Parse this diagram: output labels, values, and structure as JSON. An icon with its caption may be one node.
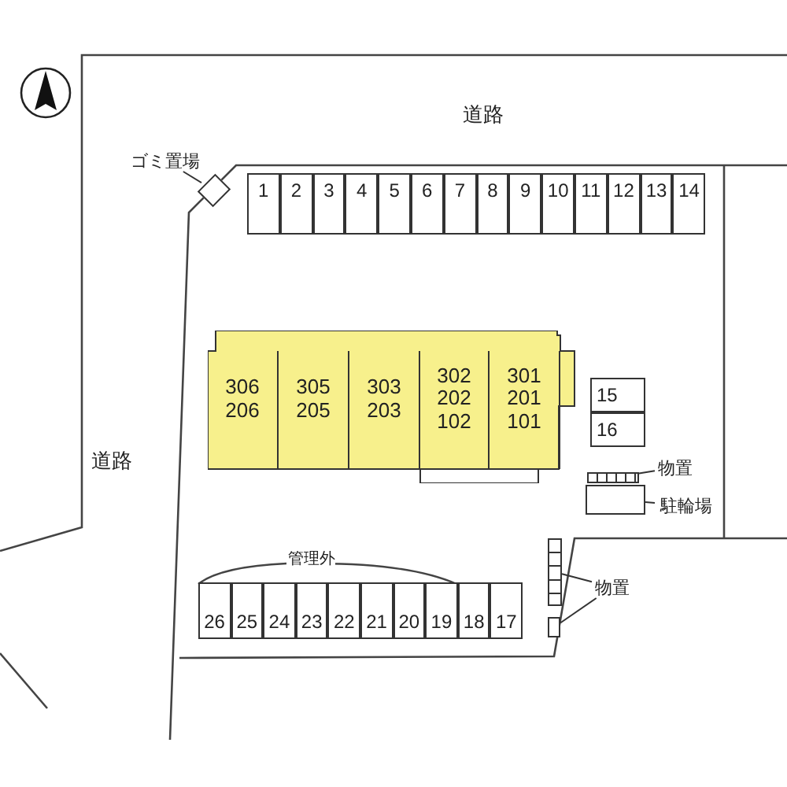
{
  "diagram": {
    "nodes": [
      {
        "text": [
          "ゴミ置場"
        ]
      },
      {
        "text": [],
        "shape": "box"
      },
      {
        "text": [
          "1"
        ]
      },
      {
        "text": [
          "2"
        ]
      },
      {
        "text": [
          "3"
        ]
      },
      {
        "text": [
          "4"
        ]
      },
      {
        "text": [
          "5"
        ]
      },
      {
        "text": [
          "6"
        ]
      },
      {
        "text": [
          "7"
        ]
      },
      {
        "text": [
          "8"
        ]
      },
      {
        "text": [
          "9"
        ]
      },
      {
        "text": [
          "10"
        ]
      },
      {
        "text": [
          "11"
        ]
      },
      {
        "text": [
          "12"
        ]
      },
      {
        "text": [
          "13"
        ]
      },
      {
        "text": [
          "14"
        ]
      },
      {
        "text": [],
        "shape": "box"
      },
      {
        "text": [
          "306 206"
        ],
        "in": 16
      },
      {
        "text": [
          "305 205"
        ],
        "in": 16
      },
      {
        "text": [
          "303 203"
        ],
        "in": 16
      },
      {
        "text": [
          "302 202 102"
        ],
        "in": 16
      },
      {
        "text": [
          "301 201 101"
        ],
        "in": 16
      },
      {
        "text": [
          "15"
        ]
      },
      {
        "text": [
          "16"
        ]
      },
      {
        "text": [
          "物置"
        ]
      },
      {
        "text": [],
        "shape": "box"
      },
      {
        "text": [
          "駐輪場"
        ]
      },
      {
        "text": [],
        "shape": "box"
      },
      {
        "text": [
          "26"
        ]
      },
      {
        "text": [
          "25"
        ]
      },
      {
        "text": [
          "24"
        ]
      },
      {
        "text": [
          "23"
        ]
      },
      {
        "text": [
          "22"
        ]
      },
      {
        "text": [
          "21"
        ]
      },
      {
        "text": [
          "20"
        ]
      },
      {
        "text": [
          "19"
        ]
      },
      {
        "text": [
          "18"
        ]
      },
      {
        "text": [
          "17"
        ]
      },
      {
        "text": [],
        "shape": "box"
      },
      {
        "text": [],
        "shape": "box"
      },
      {
        "text": [
          "物置"
        ]
      }
    ],
    "edges": [
      {
        "from": 0,
        "to": 1,
        "arrow": "none"
      },
      {
        "from": 24,
        "to": 25,
        "arrow": "none"
      },
      {
        "from": 26,
        "to": 27,
        "arrow": "none"
      },
      {
        "from": 40,
        "to": 38,
        "arrow": "none"
      },
      {
        "from": 40,
        "to": 39,
        "arrow": "none"
      }
    ],
    "labels": [
      "道路",
      "道路",
      "管理外"
    ]
  }
}
